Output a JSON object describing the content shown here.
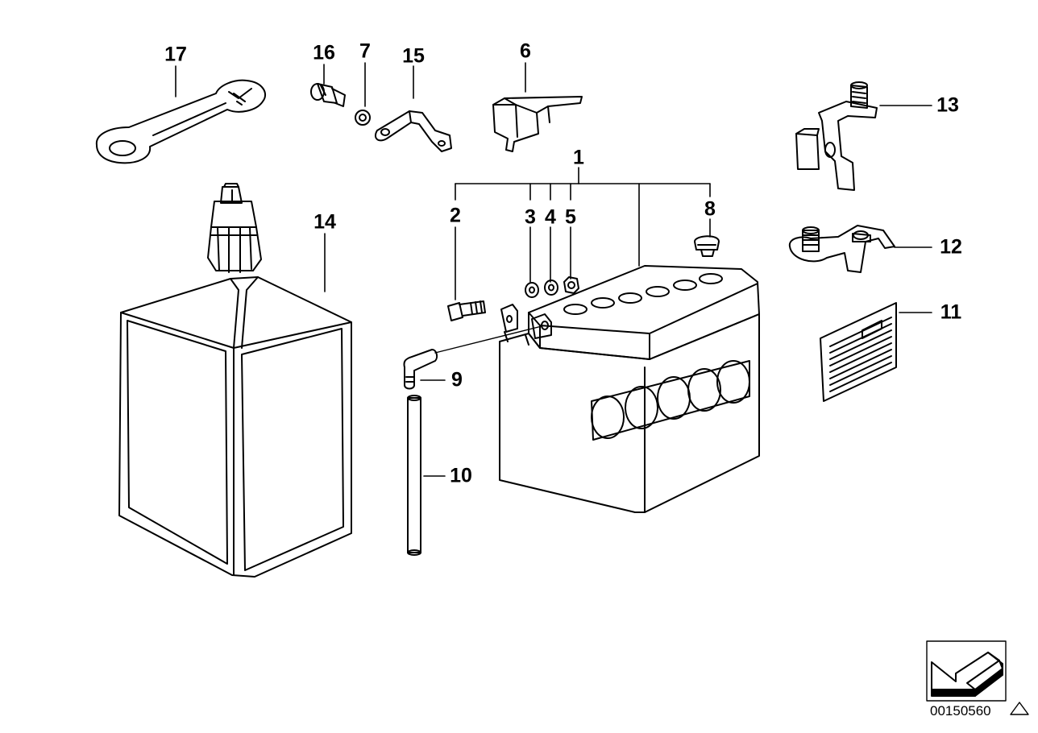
{
  "callouts": {
    "c1": "1",
    "c2": "2",
    "c3": "3",
    "c4": "4",
    "c5": "5",
    "c6": "6",
    "c7": "7",
    "c8": "8",
    "c9": "9",
    "c10": "10",
    "c11": "11",
    "c12": "12",
    "c13": "13",
    "c14": "14",
    "c15": "15",
    "c16": "16",
    "c17": "17"
  },
  "diagram_code": "00150560",
  "colors": {
    "stroke": "#000000",
    "fill": "#ffffff"
  }
}
